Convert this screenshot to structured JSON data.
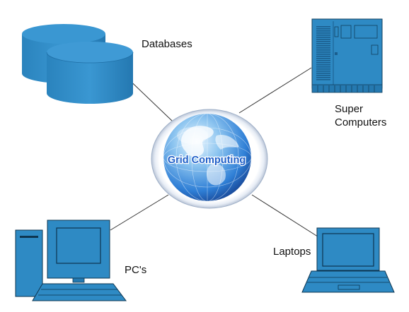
{
  "diagram": {
    "hub": {
      "label": "Grid Computing"
    },
    "nodes": [
      {
        "id": "databases",
        "label": "Databases"
      },
      {
        "id": "super-computers",
        "label_lines": [
          "Super",
          "Computers"
        ]
      },
      {
        "id": "pcs",
        "label": "PC's"
      },
      {
        "id": "laptops",
        "label": "Laptops"
      }
    ],
    "edges": [
      {
        "from": "hub",
        "to": "databases"
      },
      {
        "from": "hub",
        "to": "super-computers"
      },
      {
        "from": "hub",
        "to": "pcs"
      },
      {
        "from": "hub",
        "to": "laptops"
      }
    ]
  },
  "colors": {
    "device_fill": "#2e8ac4",
    "device_dark": "#1b6aa3",
    "device_stroke": "#0d3550",
    "connector": "#333333",
    "hub_text": "#1f5fc8",
    "ring": "#aab6cc"
  },
  "icons": [
    "database-icon",
    "supercomputer-icon",
    "desktop-pc-icon",
    "laptop-icon",
    "globe-icon"
  ]
}
